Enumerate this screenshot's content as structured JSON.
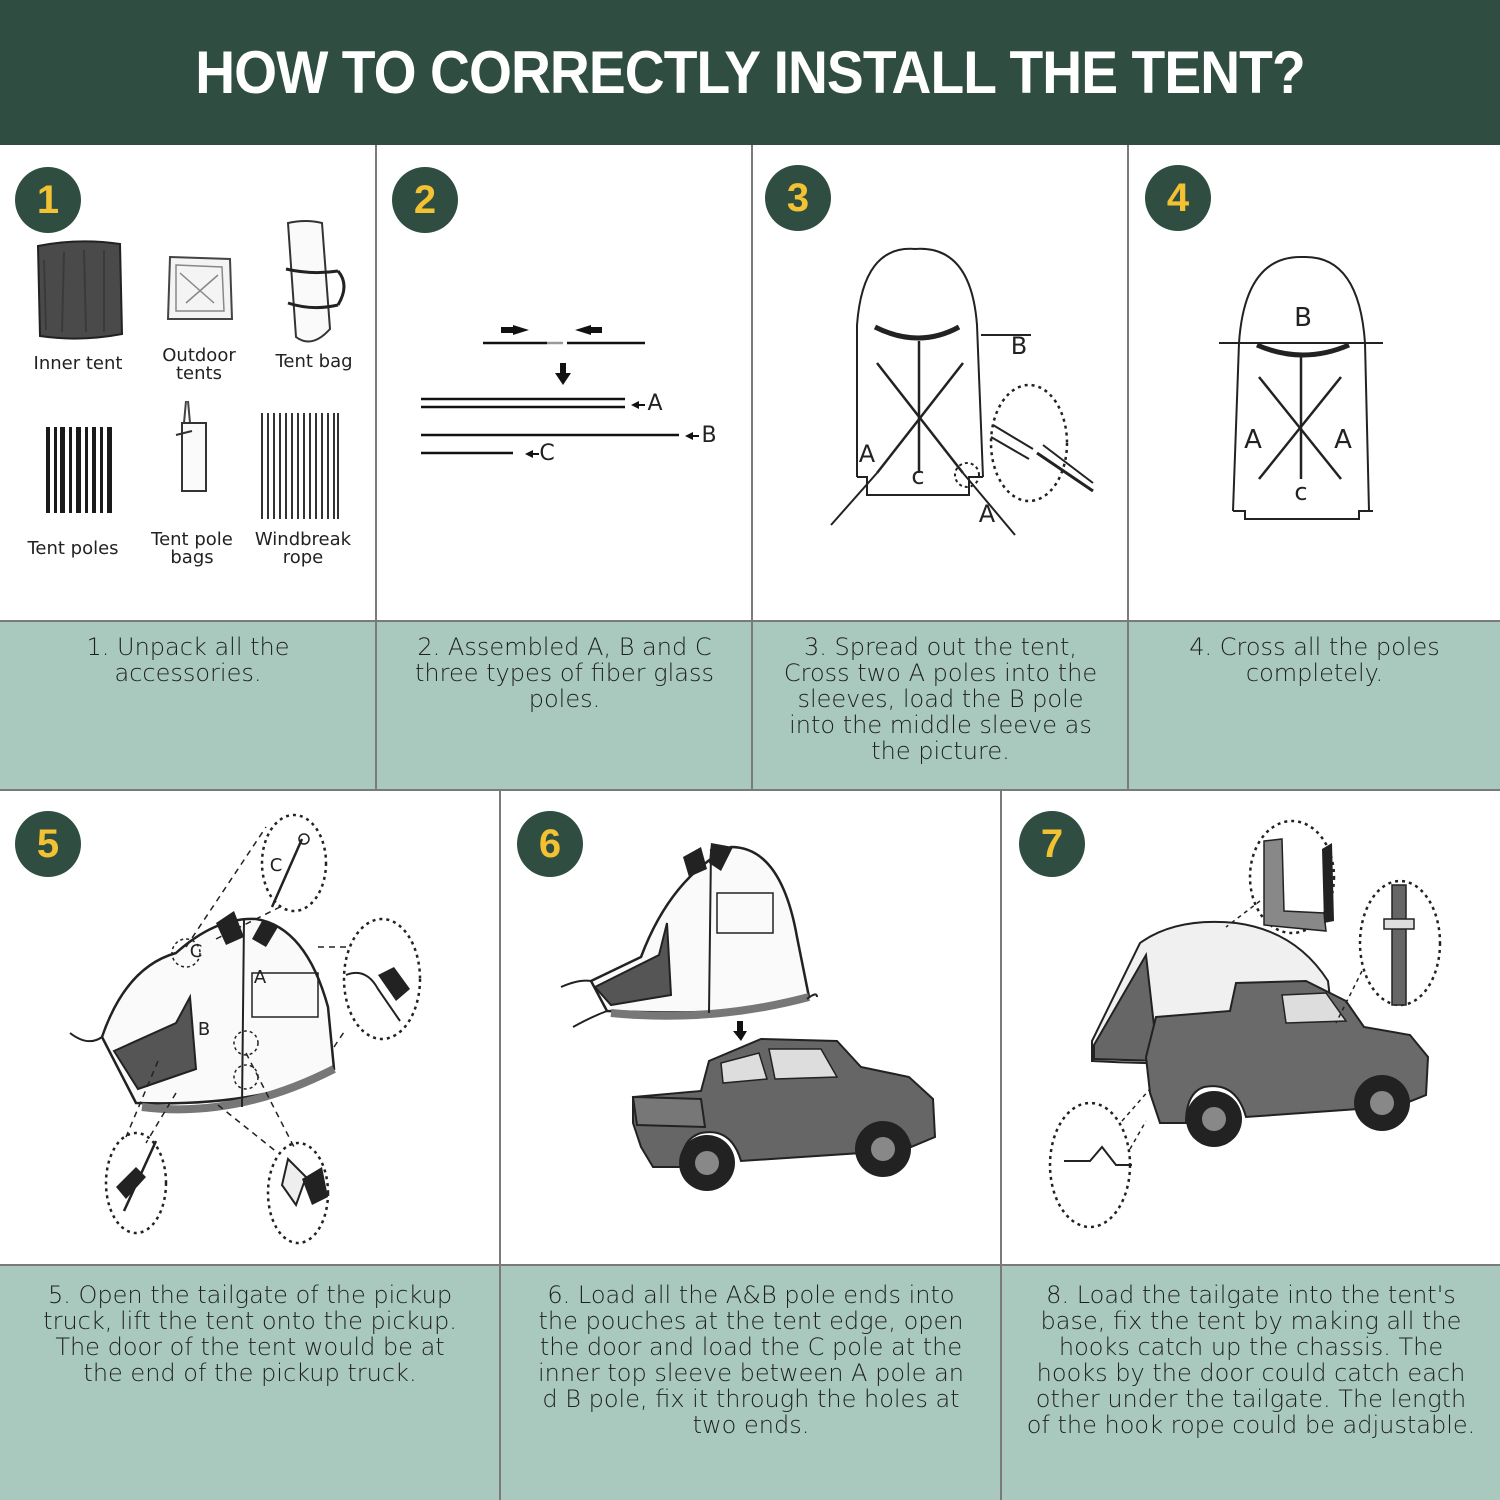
{
  "title": "HOW TO CORRECTLY INSTALL THE TENT?",
  "colors": {
    "header_bg": "#2f4d40",
    "badge_fg": "#f2c233",
    "caption_bg": "#a9c9bf"
  },
  "steps": [
    {
      "number": "1",
      "caption": "1. Unpack all the accessories."
    },
    {
      "number": "2",
      "caption": "2. Assembled A, B and C three types of fiber glass poles."
    },
    {
      "number": "3",
      "caption": "3. Spread out the tent, Cross two A poles into the sleeves, load the B pole into the middle sleeve as the picture."
    },
    {
      "number": "4",
      "caption": "4. Cross all the poles completely."
    },
    {
      "number": "5",
      "caption": "5. Open the tailgate of the pickup truck, lift the tent onto the pickup. The door of the tent would be at the end of the pickup truck."
    },
    {
      "number": "6",
      "caption": "6. Load all the A&B pole ends into the pouches at the tent edge, open the door and load the C pole at the inner top sleeve between A pole an d B pole, fix it through the holes at two ends."
    },
    {
      "number": "7",
      "caption": "8. Load the tailgate into the tent's base, fix the tent by making all the hooks catch up the chassis. The hooks by the door could catch each other under the tailgate. The length of the hook rope could be adjustable."
    }
  ],
  "accessories": {
    "inner_tent": "Inner tent",
    "outdoor_tents_1": "Outdoor",
    "outdoor_tents_2": "tents",
    "tent_bag": "Tent bag",
    "tent_poles": "Tent poles",
    "pole_bags_1": "Tent pole",
    "pole_bags_2": "bags",
    "windbreak_1": "Windbreak",
    "windbreak_2": "rope"
  },
  "pole_labels": {
    "a": "A",
    "b": "B",
    "c": "C",
    "c_lower": "c"
  }
}
